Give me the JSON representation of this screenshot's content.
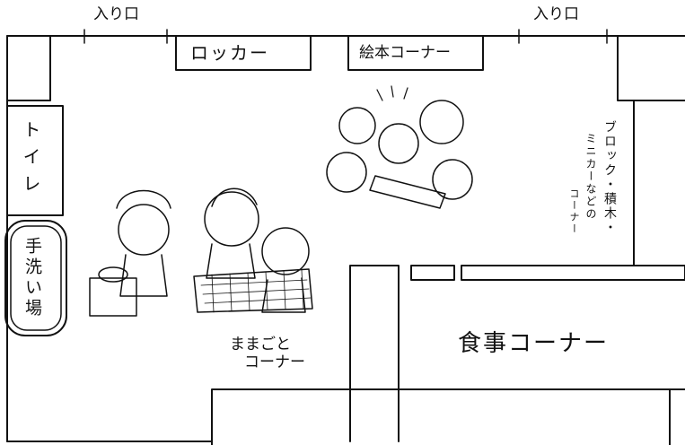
{
  "entrances": [
    "入り口",
    "入り口"
  ],
  "areas": {
    "locker": "ロッカー",
    "picture_book": "絵本コーナー",
    "toilet": "トイレ",
    "handwash": "手洗い場",
    "blocks_line1": "ブロック・積木・",
    "blocks_line2": "ミニカーなどの",
    "blocks_line3": "コーナー",
    "pretend_line1": "ままごと",
    "pretend_line2": "コーナー",
    "dining": "食事コーナー"
  },
  "colors": {
    "ink": "#111111",
    "paper": "#ffffff"
  }
}
